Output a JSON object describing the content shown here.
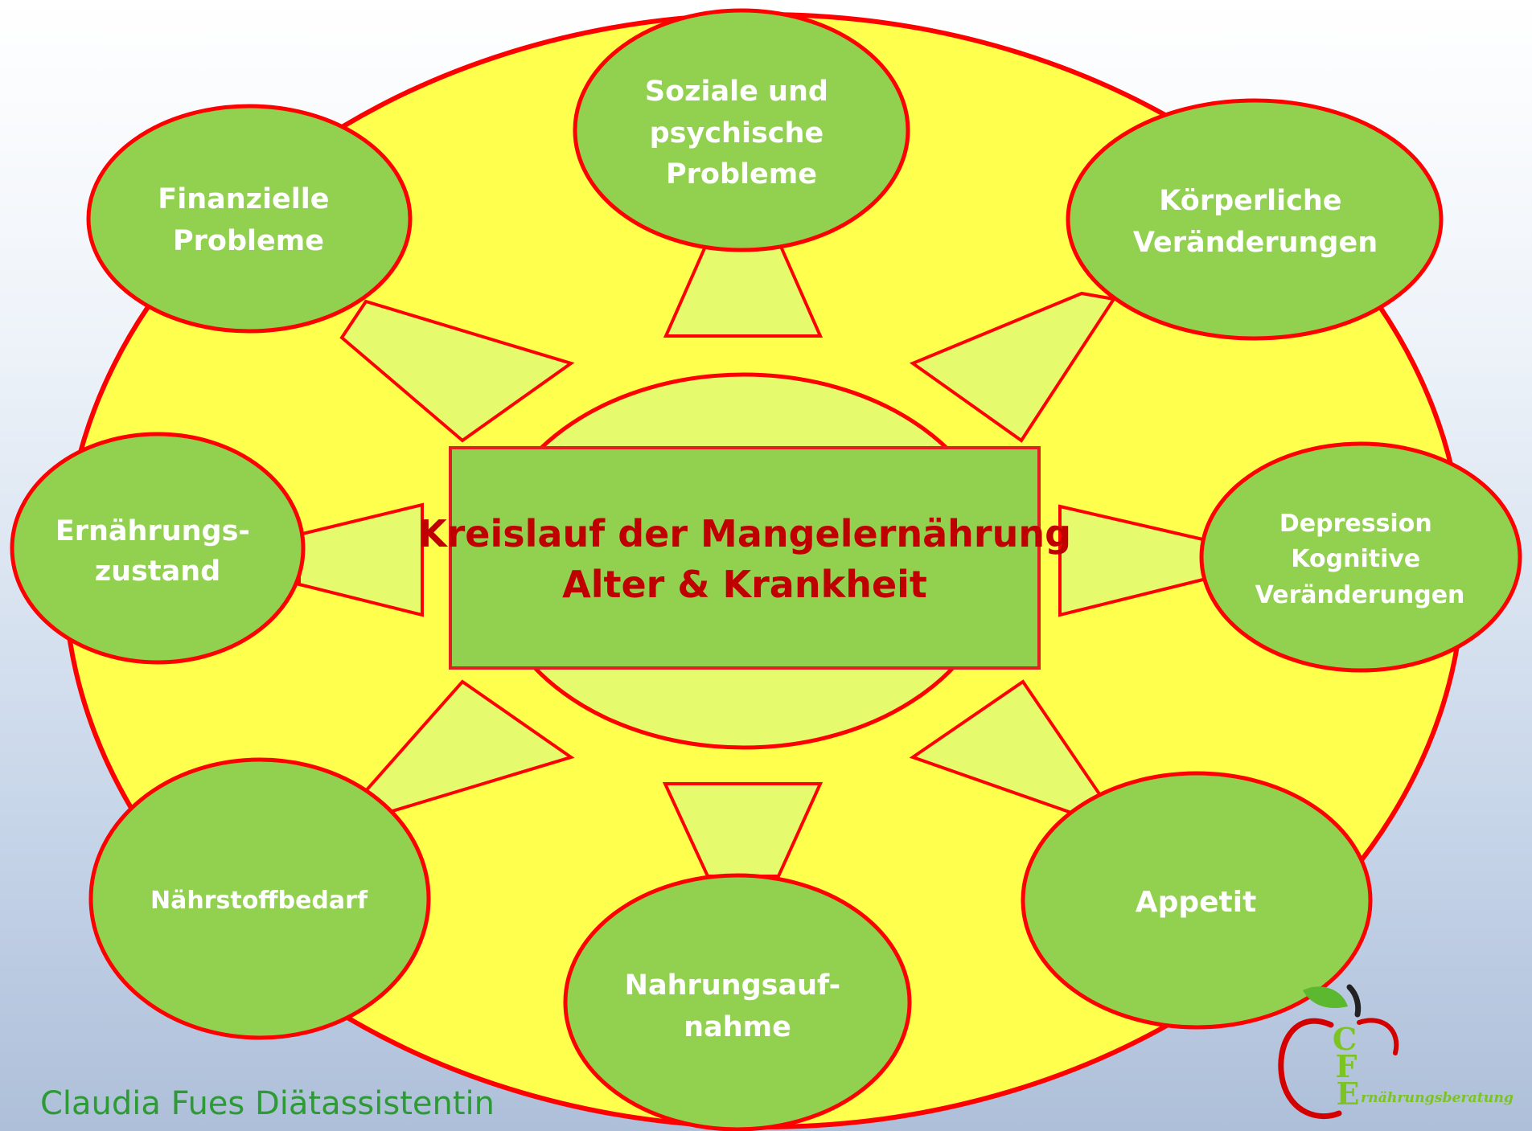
{
  "center": {
    "title_line1": "Kreislauf der Mangelernährung",
    "title_line2": "Alter & Krankheit"
  },
  "nodes": {
    "soziale": [
      "Soziale und",
      "psychische",
      "Probleme"
    ],
    "finanzielle": [
      "Finanzielle",
      "Probleme"
    ],
    "koerperliche": [
      "Körperliche",
      "Veränderungen"
    ],
    "ernaehrungszustand": [
      "Ernährungs-",
      "zustand"
    ],
    "depression": [
      "Depression",
      "Kognitive",
      "Veränderungen"
    ],
    "naehrstoffbedarf": [
      "Nährstoffbedarf"
    ],
    "appetit": [
      "Appetit"
    ],
    "nahrungsaufnahme": [
      "Nahrungsauf-",
      "nahme"
    ]
  },
  "footer": {
    "author": "Claudia Fues Diätassistentin"
  },
  "logo": {
    "letter_c": "C",
    "letter_f": "F",
    "letter_e": "E",
    "text": "rnährungsberatung"
  },
  "colors": {
    "outer_fill": "#ffff4d",
    "outline": "#ff0000",
    "node_fill": "#92d050",
    "connector_fill": "#e6fa6e",
    "center_text": "#c00000",
    "footer_text": "#2e9a35"
  }
}
